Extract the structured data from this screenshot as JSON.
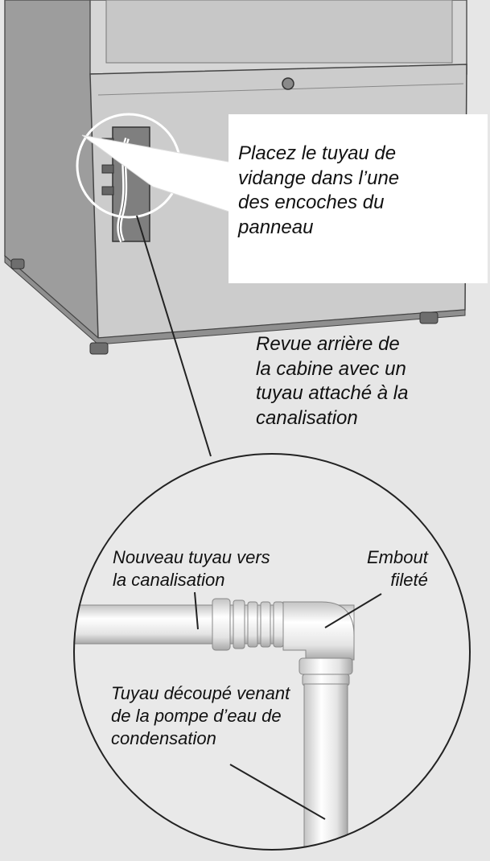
{
  "callout": {
    "lines": [
      "Placez le tuyau de",
      "vidange dans l’une",
      "des encoches du",
      "panneau"
    ]
  },
  "rear_view": {
    "lines": [
      "Revue arrière de",
      "la cabine avec un",
      "tuyau attaché à la",
      "canalisation"
    ]
  },
  "detail": {
    "new_pipe": [
      "Nouveau tuyau vers",
      "la canalisation"
    ],
    "fitting": [
      "Embout",
      "fileté"
    ],
    "cut_pipe": [
      "Tuyau découpé venant",
      "de la pompe d’eau de",
      "condensation"
    ]
  },
  "colors": {
    "background": "#e6e6e6",
    "cabinet_side": "#9a9a9a",
    "cabinet_back": "#c9c9c9",
    "line": "#222222",
    "pipe": "#f2f2f2"
  }
}
